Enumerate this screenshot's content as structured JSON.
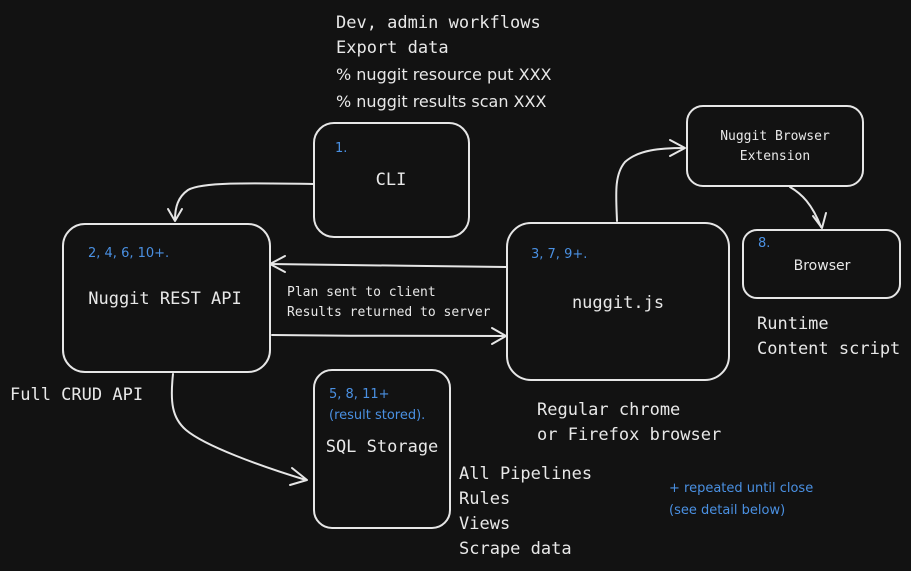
{
  "top_notes": [
    "Dev, admin workflows",
    "Export data",
    "% nuggit resource put XXX",
    "% nuggit results scan XXX"
  ],
  "nodes": {
    "cli": {
      "step": "1.",
      "label": "CLI"
    },
    "rest_api": {
      "step": "2, 4, 6, 10+.",
      "label": "Nuggit REST API",
      "note": "Full CRUD API"
    },
    "nuggit_js": {
      "step": "3, 7, 9+.",
      "label": "nuggit.js",
      "note": [
        "Regular chrome",
        "or Firefox browser"
      ]
    },
    "extension": {
      "label": [
        "Nuggit Browser",
        "Extension"
      ]
    },
    "browser": {
      "step": "8.",
      "label": "Browser",
      "note": [
        "Runtime",
        "Content script"
      ]
    },
    "sql": {
      "step": "5, 8, 11+",
      "step_detail": "(result stored).",
      "label": "SQL Storage",
      "note": [
        "All Pipelines",
        "Rules",
        "Views",
        "Scrape data"
      ]
    }
  },
  "edges": {
    "plan_label": "Plan sent to client",
    "results_label": "Results returned to server"
  },
  "footnote": [
    "+ repeated until close",
    "(see detail below)"
  ]
}
